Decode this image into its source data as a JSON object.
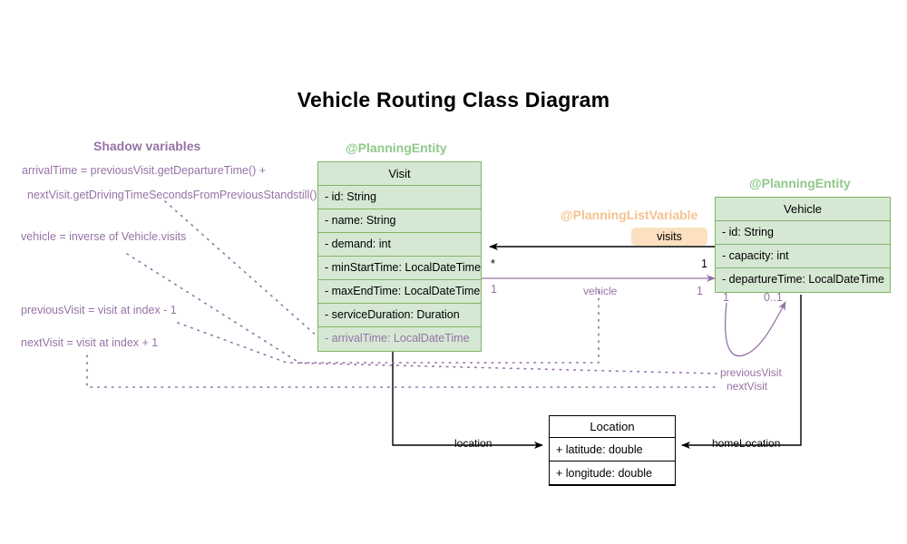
{
  "page": {
    "title": "Vehicle Routing Class Diagram"
  },
  "stereotypes": {
    "visit_entity": "@PlanningEntity",
    "vehicle_entity": "@PlanningEntity",
    "list_variable": "@PlanningListVariable",
    "shadow_heading": "Shadow variables"
  },
  "classes": {
    "visit": {
      "name": "Visit",
      "attributes": [
        "- id: String",
        "- name: String",
        "- demand: int",
        "- minStartTime: LocalDateTime",
        "- maxEndTime: LocalDateTime",
        "- serviceDuration: Duration"
      ],
      "shadow_attributes": [
        "- arrivalTime: LocalDateTime"
      ]
    },
    "vehicle": {
      "name": "Vehicle",
      "attributes": [
        "- id: String",
        "- capacity: int",
        "- departureTime: LocalDateTime"
      ]
    },
    "location": {
      "name": "Location",
      "attributes": [
        "+ latitude: double",
        "+ longitude: double"
      ]
    }
  },
  "badges": {
    "visits": "visits"
  },
  "edges": {
    "visits_mult_visit": "*",
    "visits_mult_vehicle": "1",
    "vehicle_label": "vehicle",
    "vehicle_mult_visit": "1",
    "vehicle_mult_vehicle": "1",
    "selfloop_mult_left": "1",
    "selfloop_mult_right": "0..1",
    "previous_visit_label": "previousVisit",
    "next_visit_label": "nextVisit",
    "location_label": "location",
    "home_location_label": "homeLocation"
  },
  "shadow_notes": [
    "arrivalTime = previousVisit.getDepartureTime() +",
    "nextVisit.getDrivingTimeSecondsFromPreviousStandstill()",
    "vehicle = inverse of Vehicle.visits",
    "previousVisit = visit at index - 1",
    "nextVisit = visit at index + 1"
  ],
  "colors": {
    "entity_fill": "#d5e8d4",
    "entity_stroke": "#82b366",
    "stereotype_green": "#8fc98a",
    "shadow_purple": "#9673a6",
    "badge_fill": "#fce0c0",
    "stereotype_orange": "#f5c28e",
    "plain_stroke": "#000000"
  }
}
